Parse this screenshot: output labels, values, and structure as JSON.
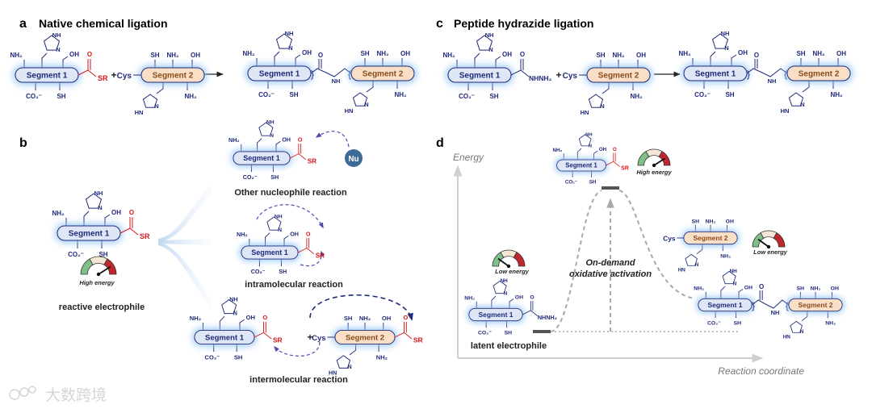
{
  "panels": {
    "a": {
      "letter": "a",
      "title": "Native chemical ligation"
    },
    "b": {
      "letter": "b"
    },
    "c": {
      "letter": "c",
      "title": "Peptide hydrazide ligation"
    },
    "d": {
      "letter": "d"
    }
  },
  "segments": {
    "one": "Segment 1",
    "two": "Segment 2"
  },
  "groups": {
    "nh2": "NH₂",
    "oh": "OH",
    "sh": "SH",
    "co2": "CO₂⁻",
    "sr": "SR",
    "cys": "Cys",
    "plus": "+",
    "nh": "NH",
    "n": "N",
    "o": "O",
    "hn": "HN",
    "h": "H",
    "nhnh2": "NHNH₂",
    "nu": "Nu"
  },
  "panel_b": {
    "other_nucleophile": "Other nucleophile reaction",
    "intramolecular": "intramolecular reaction",
    "intermolecular": "intermolecular reaction",
    "reactive_electrophile": "reactive electrophile",
    "high_energy": "High energy"
  },
  "panel_d": {
    "y_axis": "Energy",
    "x_axis": "Reaction coordinate",
    "high_energy": "High energy",
    "low_energy": "Low energy",
    "on_demand_1": "On-demand",
    "on_demand_2": "oxidative activation",
    "latent": "latent electrophile"
  },
  "watermark": "大数跨境",
  "colors": {
    "segment1_fill": "#dfe6f5",
    "segment2_fill": "#fadfc8",
    "glow": "#8ec2f5",
    "navy": "#1f2a7a",
    "red": "#d6191b",
    "arrow_dash": "#6b6bc4",
    "axis": "#cfcfcf",
    "path": "#a8a8a8"
  }
}
